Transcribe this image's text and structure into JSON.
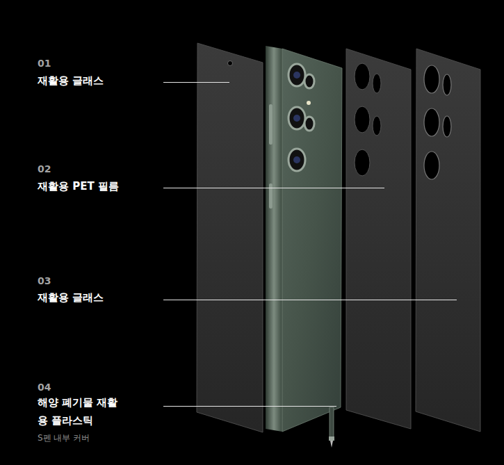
{
  "diagram": {
    "labels": [
      "01",
      "재활용 글래스",
      "02",
      "재활용 PET 필름",
      "03",
      "재활용 글래스",
      "04",
      "해양 폐기물 재활용 플라스틱",
      "S펜 내부 커버"
    ]
  }
}
